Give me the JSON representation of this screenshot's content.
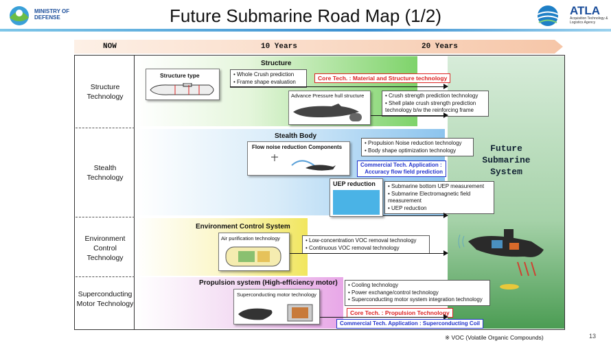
{
  "header": {
    "title": "Future Submarine Road Map (1/2)",
    "mod_logo_text": "MINISTRY OF DEFENSE",
    "atla_logo": "ATLA",
    "atla_subtitle": "Acquisition Technology & Logistics Agency"
  },
  "timeline": {
    "now": "NOW",
    "ten": "10 Years",
    "twenty": "20 Years"
  },
  "rows": [
    {
      "label": "Structure Technology"
    },
    {
      "label": "Stealth Technology"
    },
    {
      "label": "Environment Control Technology"
    },
    {
      "label": "Superconducting Motor Technology"
    }
  ],
  "structure": {
    "title": "Structure",
    "type_label": "Structure type",
    "type_items": [
      "Whole Crush prediction",
      "Frame shape evaluation"
    ],
    "core_tech": "Core Tech. :  Material and Structure technology",
    "hull_label": "Advance Pressure hull structure",
    "hull_items": [
      "Crush strength prediction technology",
      "Shell plate crush strength prediction technology b/w the reinforcing frame"
    ]
  },
  "stealth": {
    "title": "Stealth Body",
    "flow_label": "Flow noise reduction Components",
    "flow_items": [
      "Propulsion Noise reduction technology",
      "Body shape optimization technology"
    ],
    "commercial": "Commercial Tech. Application :",
    "commercial_2": "Accuracy flow field prediction",
    "uep_label": "UEP reduction",
    "uep_items": [
      "Submarine bottom UEP measurement",
      "Submarine Electromagnetic field measurement",
      "UEP reduction"
    ]
  },
  "environment": {
    "title": "Environment Control System",
    "air_label": "Air purification technology",
    "items": [
      "Low-concentration VOC removal technology",
      "Continuous VOC removal technology"
    ]
  },
  "propulsion": {
    "title": "Propulsion system (High-efficiency motor)",
    "motor_label": "Superconducting motor technology",
    "items": [
      "Cooling technology",
      "Power exchange/control technology",
      "Superconducting motor system integration technology"
    ],
    "core_tech": "Core Tech. : Propulsion Technology",
    "commercial": "Commercial Tech. Application : Superconducting Coil"
  },
  "future": {
    "line1": "Future",
    "line2": "Submarine",
    "line3": "System"
  },
  "footnote": "※ VOC (Volatile Organic Compounds)",
  "page_number": "13"
}
